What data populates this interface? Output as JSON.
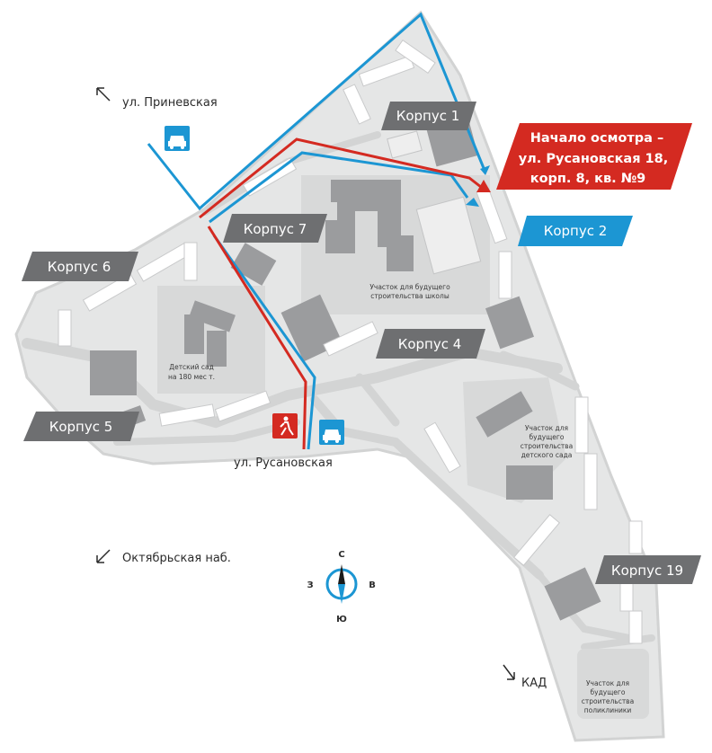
{
  "map": {
    "buildings": [
      {
        "id": "korpus-1",
        "label": "Корпус 1"
      },
      {
        "id": "korpus-2",
        "label": "Корпус 2"
      },
      {
        "id": "korpus-4",
        "label": "Корпус 4"
      },
      {
        "id": "korpus-5",
        "label": "Корпус 5"
      },
      {
        "id": "korpus-6",
        "label": "Корпус 6"
      },
      {
        "id": "korpus-7",
        "label": "Корпус 7"
      },
      {
        "id": "korpus-19",
        "label": "Корпус 19"
      }
    ],
    "start_label": {
      "line1": "Начало осмотра –",
      "line2": "ул. Русановская 18,",
      "line3": "корп. 8, кв. №9"
    },
    "areas": {
      "school": [
        "Участок для будущего",
        "строительства школы"
      ],
      "kindergarten": [
        "Детский сад",
        "на 180 мес т."
      ],
      "future_kindergarten": [
        "Участок для",
        "будущего",
        "строительства",
        "детского сада"
      ],
      "clinic": [
        "Участок для",
        "будущего",
        "строительства",
        "поликлиники"
      ]
    },
    "streets": {
      "prinevskaya": "ул. Приневская",
      "rusanovskaya": "ул. Русановская",
      "oktyabrskaya": "Октябрьская наб.",
      "kad": "КАД"
    },
    "compass": {
      "n": "С",
      "s": "Ю",
      "w": "З",
      "e": "В"
    },
    "icons": [
      "car-icon",
      "walk-icon",
      "arrow-icon",
      "compass-icon"
    ],
    "colors": {
      "grey_label": "#6e6f71",
      "accent_red": "#d42a21",
      "accent_blue": "#1c96d3",
      "ground": "#e5e6e6",
      "road": "#d4d5d5",
      "building": "#9a9b9d"
    }
  }
}
